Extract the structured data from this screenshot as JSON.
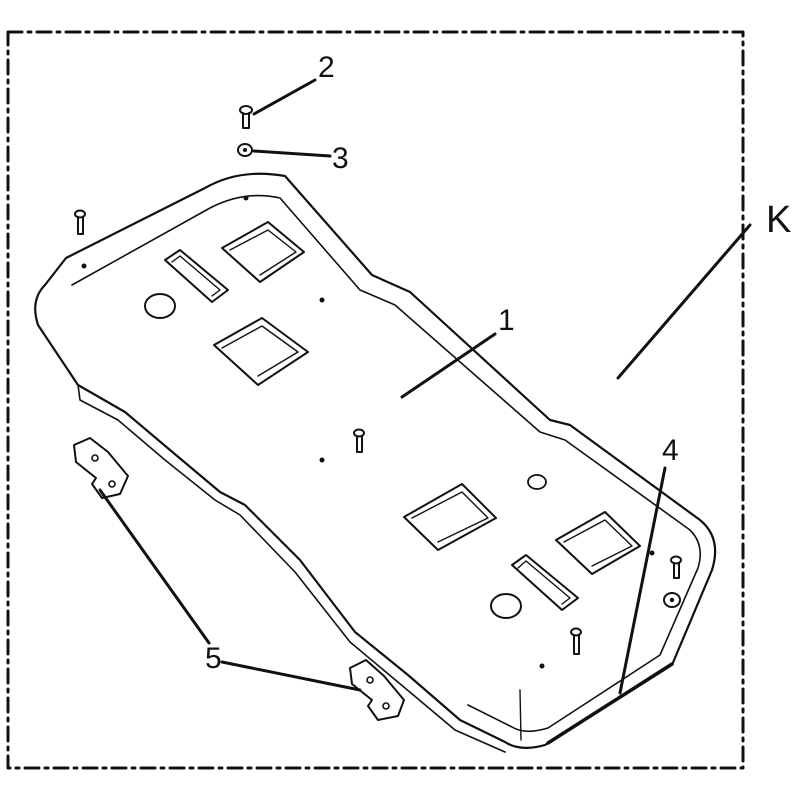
{
  "diagram": {
    "callouts": {
      "plate": "1",
      "bolt": "2",
      "washer": "3",
      "edge_strip": "4",
      "brackets": "5",
      "kit": "K"
    },
    "colors": {
      "ink": "#111111",
      "paper": "#ffffff"
    }
  }
}
